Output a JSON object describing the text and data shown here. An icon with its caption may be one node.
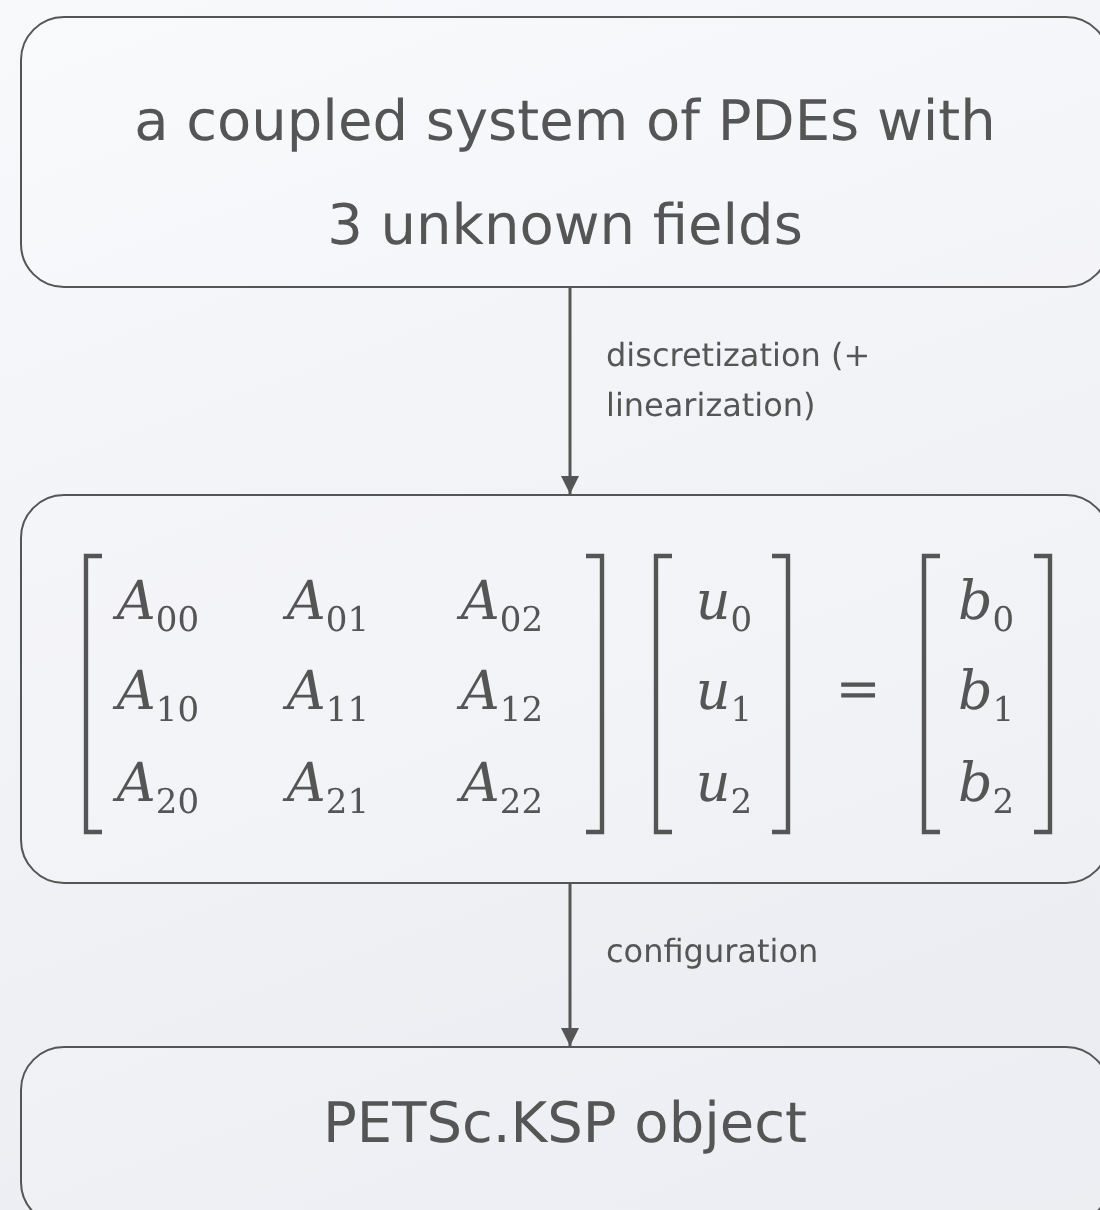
{
  "diagram": {
    "nodes": [
      {
        "text": [
          "a coupled system of PDEs with 3 unknown fields"
        ]
      },
      {
        "text": [
          "A$_{00}$",
          "A$_{01}$",
          "A$_{02}$",
          "A$_{10}$",
          "A$_{11}$",
          "A$_{12}$",
          "A$_{20}$",
          "A$_{21}$",
          "A$_{22}$",
          "u$_{0}$",
          "u$_{1}$",
          "u$_{2}$",
          "=",
          "b$_{0}$",
          "b$_{1}$",
          "b$_{2}$"
        ]
      },
      {
        "text": [
          "PETSc.KSP object"
        ]
      }
    ],
    "edges": [
      {
        "from": 0,
        "to": 1,
        "arrow": "to",
        "label": "discretization (+ linearization)"
      },
      {
        "from": 1,
        "to": 2,
        "arrow": "to",
        "label": "configuration"
      }
    ]
  }
}
